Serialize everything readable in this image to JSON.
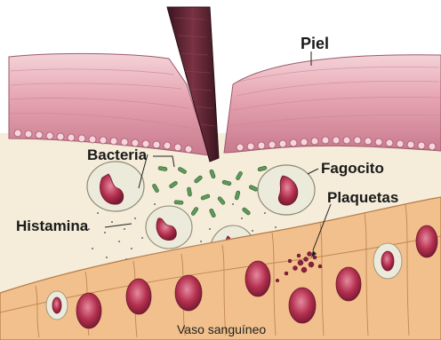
{
  "labels": {
    "piel": "Piel",
    "bacteria": "Bacteria",
    "fagocito": "Fagocito",
    "plaquetas": "Plaquetas",
    "histamina": "Histamina",
    "vaso": "Vaso sanguíneo"
  },
  "colors": {
    "skin": "#e7a9b4",
    "skin_dark": "#b86c7f",
    "tissue": "#f6eddc",
    "vessel_cell": "#f1c08c",
    "red_cell": "#b12f4f",
    "phagocyte": "#ecebd9",
    "bacteria": "#5e9a5a",
    "thorn": "#5a2230"
  }
}
